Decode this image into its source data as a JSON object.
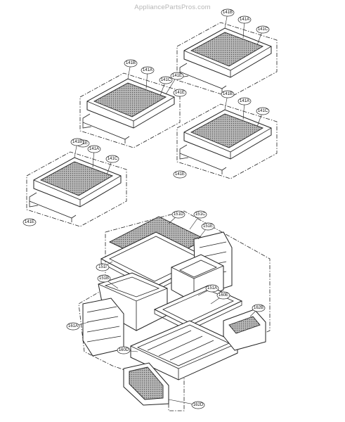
{
  "watermark": "AppliancePartsPros.com",
  "shelf_assemblies": [
    {
      "id": "shelf-1",
      "labels": {
        "141B": "141B",
        "141A": "141A",
        "141C": "141C",
        "141E": "141E"
      }
    },
    {
      "id": "shelf-2",
      "labels": {
        "141B": "141B",
        "141A": "141A",
        "141C": "141C",
        "141E": "141E"
      }
    },
    {
      "id": "shelf-3",
      "labels": {
        "141B": "141B",
        "141A": "141A",
        "141C": "141C",
        "141E": "141E"
      }
    },
    {
      "id": "shelf-4",
      "labels": {
        "141B": "141B",
        "141A": "141A",
        "141C": "141C",
        "141E": "141E"
      }
    }
  ],
  "drawer_labels": [
    "151D",
    "151C",
    "151E",
    "151I",
    "151B",
    "151A",
    "160E",
    "162B",
    "161A",
    "160D",
    "162D"
  ]
}
